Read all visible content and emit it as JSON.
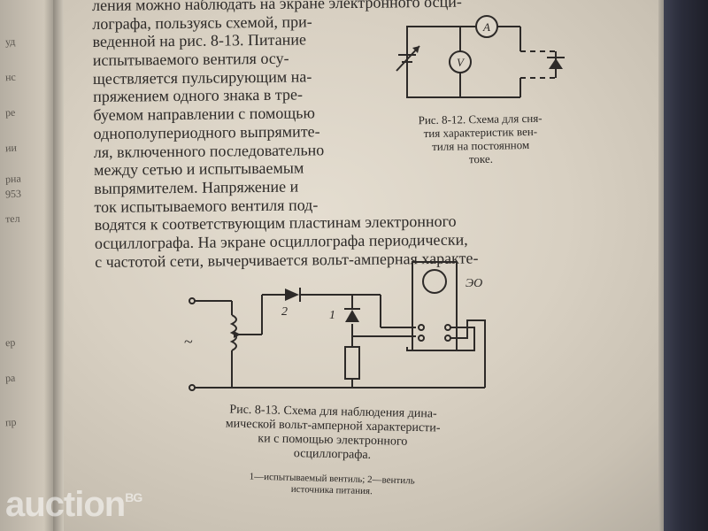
{
  "main_text_lines": [
    "ления можно наблюдать на экране электронного осци-",
    "лографа, пользуясь схемой, при-",
    "веденной на рис. 8-13. Питание",
    "испытываемого вентиля осу-",
    "ществляется пульсирующим на-",
    "пряжением одного знака в тре-",
    "буемом направлении с помощью",
    "однополупериодного выпрямите-",
    "ля, включенного последовательно",
    "между сетью и испытываемым",
    "выпрямителем. Напряжение и",
    "ток испытываемого вентиля под-",
    "водятся к соответствующим пластинам электронного",
    "осциллографа. На экране осциллографа периодически,",
    "с частотой сети, вычерчивается вольт-амперная характе-"
  ],
  "figure_8_12": {
    "caption_lines": [
      "Рис. 8-12. Схема для сня-",
      "тия характеристик вен-",
      "тиля на постоянном",
      "токе."
    ],
    "ammeter_label": "A",
    "voltmeter_label": "V"
  },
  "figure_8_13": {
    "caption_lines": [
      "Рис. 8-13. Схема для наблюдения дина-",
      "мической вольт-амперной характеристи-",
      "ки с помощью электронного",
      "осциллографа."
    ],
    "legend_lines": [
      "1—испытываемый вентиль; 2—вентиль",
      "источника питания."
    ],
    "oscilloscope_label": "ЭО",
    "label_1": "1",
    "label_2": "2",
    "ac_symbol": "~"
  },
  "left_page_fragments": [
    "уд",
    "нс",
    "ре",
    "ии",
    "рна",
    "953",
    "тел",
    "ер",
    "ра",
    "пр"
  ],
  "watermark": {
    "text": "auction",
    "suffix": "BG"
  },
  "colors": {
    "ink": "#2d2a28",
    "paper": "#ddd6c9",
    "cover": "#2a2c3a"
  }
}
